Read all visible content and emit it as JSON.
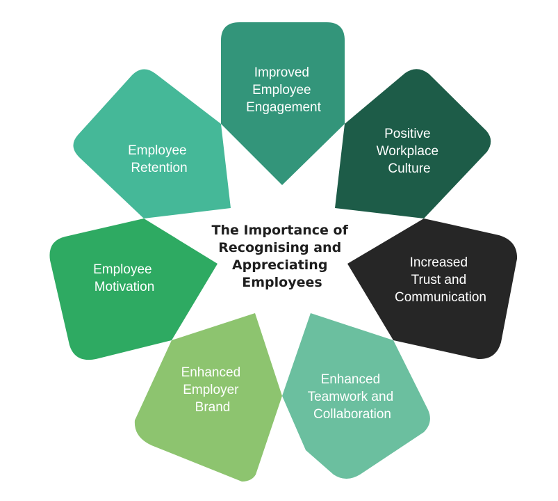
{
  "center_title": [
    "The Importance of",
    "Recognising and",
    "Appreciating",
    "Employees"
  ],
  "petals": [
    {
      "lines": [
        "Improved",
        "Employee",
        "Engagement"
      ],
      "color": "#33957a"
    },
    {
      "lines": [
        "Positive",
        "Workplace",
        "Culture"
      ],
      "color": "#1d5c48"
    },
    {
      "lines": [
        "Increased",
        "Trust and",
        "Communication"
      ],
      "color": "#262626"
    },
    {
      "lines": [
        "Enhanced",
        "Teamwork and",
        "Collaboration"
      ],
      "color": "#6bbf9f"
    },
    {
      "lines": [
        "Enhanced",
        "Employer",
        "Brand"
      ],
      "color": "#8dc46f"
    },
    {
      "lines": [
        "Employee",
        "Motivation"
      ],
      "color": "#2eaa62"
    },
    {
      "lines": [
        "Employee",
        "Retention"
      ],
      "color": "#45b898"
    }
  ]
}
